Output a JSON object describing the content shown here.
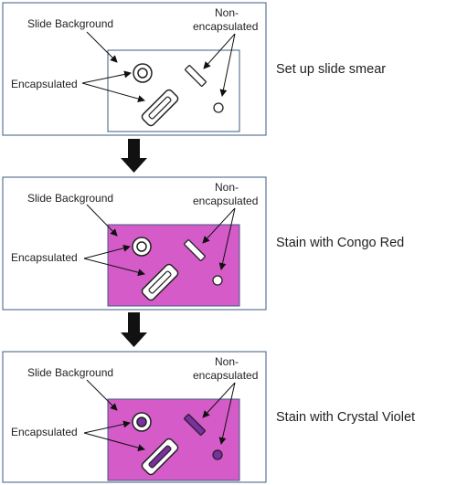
{
  "colors": {
    "panel_border": "#3e5b7f",
    "congo_red_stain": "#d45bc8",
    "crystal_violet_cell": "#7b2fa0",
    "capsule": "#ffffff",
    "arrow": "#111111"
  },
  "panels": [
    {
      "background_label": "Slide Background",
      "encapsulated_label": "Encapsulated",
      "nonencap_label_line1": "Non-",
      "nonencap_label_line2": "encapsulated",
      "step_label": "Set up slide smear",
      "background_fill": "#ffffff",
      "cell_fill": "#ffffff"
    },
    {
      "background_label": "Slide Background",
      "encapsulated_label": "Encapsulated",
      "nonencap_label_line1": "Non-",
      "nonencap_label_line2": "encapsulated",
      "step_label": "Stain with Congo Red",
      "background_fill": "#d45bc8",
      "cell_fill": "#ffffff"
    },
    {
      "background_label": "Slide Background",
      "encapsulated_label": "Encapsulated",
      "nonencap_label_line1": "Non-",
      "nonencap_label_line2": "encapsulated",
      "step_label": "Stain with Crystal Violet",
      "background_fill": "#d45bc8",
      "cell_fill": "#7b2fa0"
    }
  ],
  "step_arrow_icon": "down-arrow-icon"
}
